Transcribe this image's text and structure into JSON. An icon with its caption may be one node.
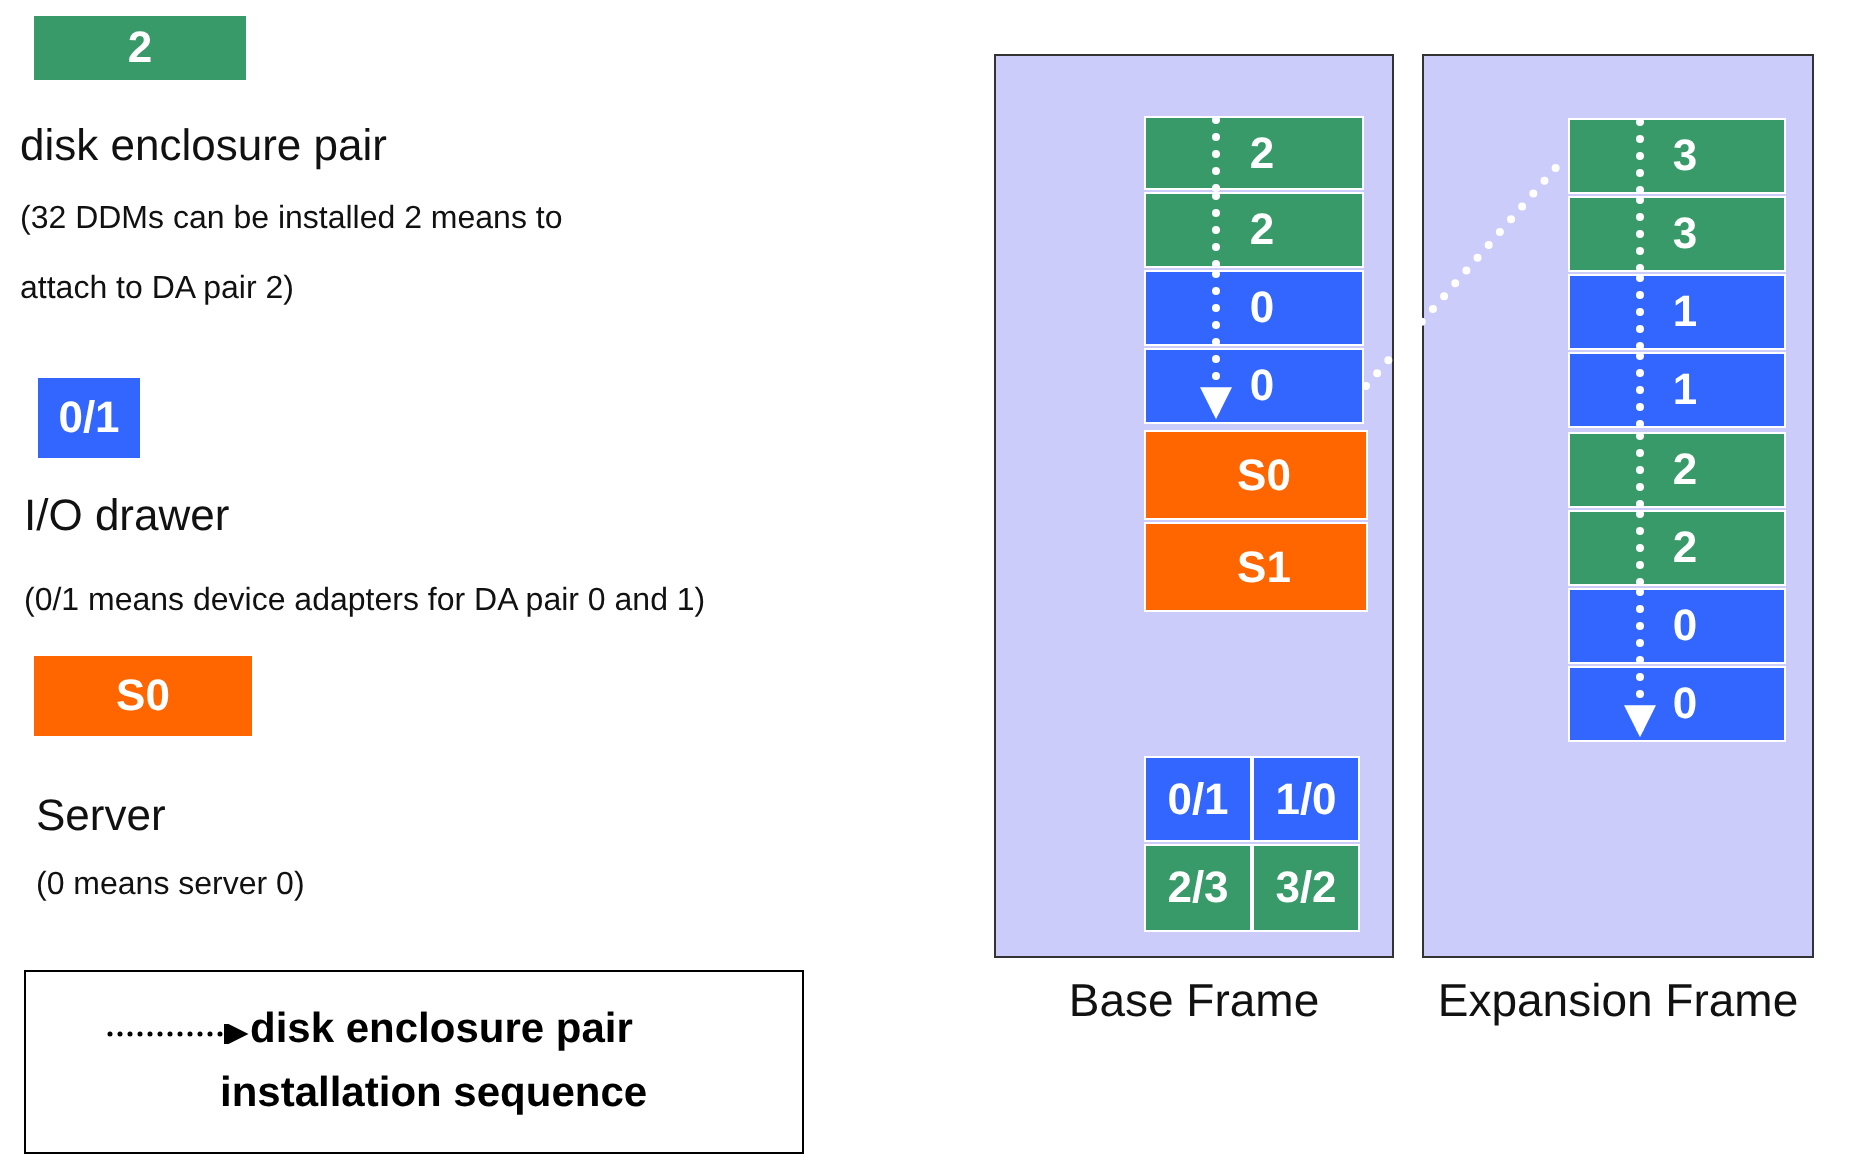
{
  "diagram": {
    "nodes": [
      {
        "text": [
          "2"
        ],
        "beside": [
          "disk enclosure pair",
          "(32 DDMs can be installed 2 means to attach to DA pair 2)"
        ]
      },
      {
        "text": [
          "0/1"
        ],
        "beside": [
          "I/O drawer",
          "(0/1 means device adapters for DA pair 0 and 1)"
        ]
      },
      {
        "text": [
          "S0"
        ],
        "beside": [
          "Server",
          "(0 means server 0)"
        ]
      },
      {
        "text": [
          "Base Frame"
        ]
      },
      {
        "text": [
          "2"
        ],
        "in": 3
      },
      {
        "text": [
          "2"
        ],
        "in": 3
      },
      {
        "text": [
          "0"
        ],
        "in": 3
      },
      {
        "text": [
          "0"
        ],
        "in": 3
      },
      {
        "text": [
          "S0"
        ],
        "in": 3
      },
      {
        "text": [
          "S1"
        ],
        "in": 3
      },
      {
        "text": [
          "0/1"
        ],
        "in": 3
      },
      {
        "text": [
          "1/0"
        ],
        "in": 3
      },
      {
        "text": [
          "2/3"
        ],
        "in": 3
      },
      {
        "text": [
          "3/2"
        ],
        "in": 3
      },
      {
        "text": [
          "Expansion Frame"
        ]
      },
      {
        "text": [
          "3"
        ],
        "in": 14
      },
      {
        "text": [
          "3"
        ],
        "in": 14
      },
      {
        "text": [
          "1"
        ],
        "in": 14
      },
      {
        "text": [
          "1"
        ],
        "in": 14
      },
      {
        "text": [
          "2"
        ],
        "in": 14
      },
      {
        "text": [
          "2"
        ],
        "in": 14
      },
      {
        "text": [
          "0"
        ],
        "in": 14
      },
      {
        "text": [
          "0"
        ],
        "in": 14
      }
    ],
    "edges": [
      {
        "from": 4,
        "to": 5,
        "arrow": "none"
      },
      {
        "from": 5,
        "to": 6,
        "arrow": "none"
      },
      {
        "from": 6,
        "to": 7,
        "arrow": "to"
      },
      {
        "from": 7,
        "to": 15,
        "arrow": "none"
      },
      {
        "from": 15,
        "to": 16,
        "arrow": "none"
      },
      {
        "from": 16,
        "to": 17,
        "arrow": "none"
      },
      {
        "from": 17,
        "to": 18,
        "arrow": "none"
      },
      {
        "from": 18,
        "to": 19,
        "arrow": "none"
      },
      {
        "from": 19,
        "to": 20,
        "arrow": "none"
      },
      {
        "from": 20,
        "to": 21,
        "arrow": "none"
      },
      {
        "from": 21,
        "to": 22,
        "arrow": "to"
      }
    ],
    "legend": [
      {
        "text": "disk enclosure pair installation sequence"
      }
    ]
  }
}
